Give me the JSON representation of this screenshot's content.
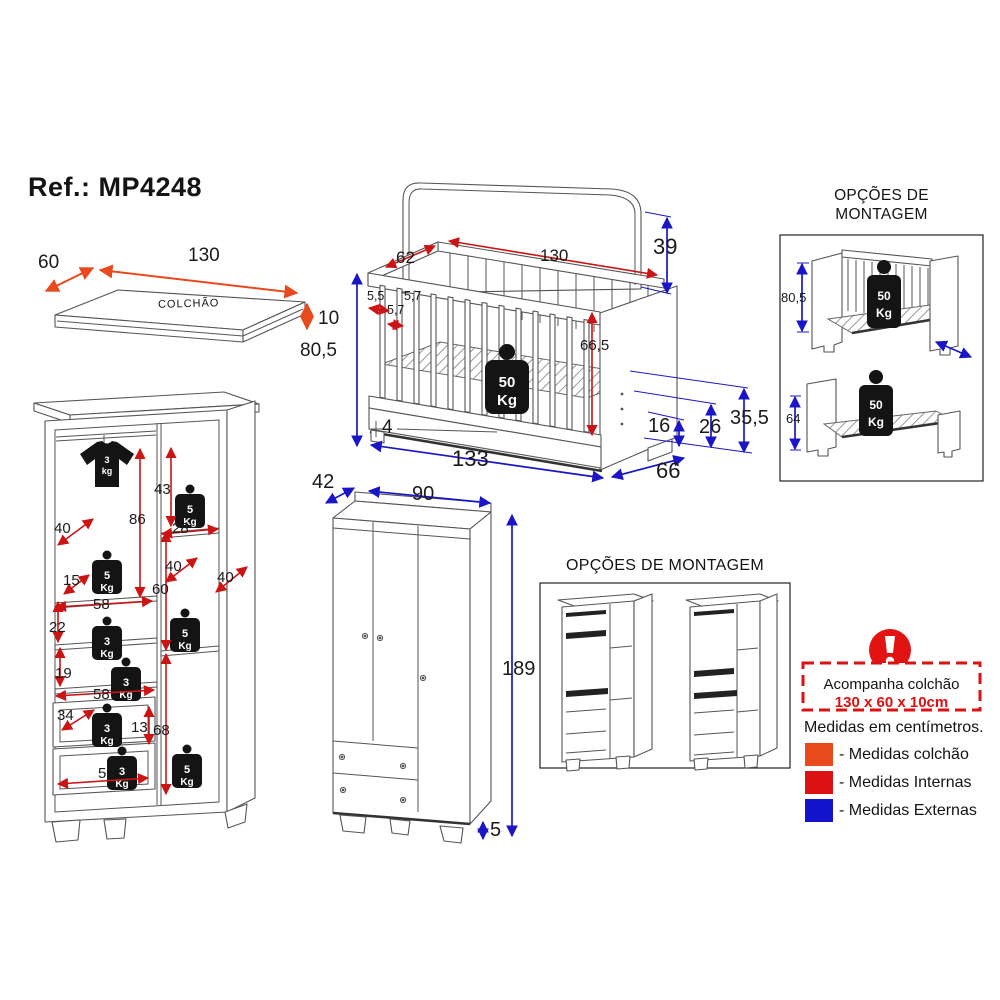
{
  "title": "Ref.: MP4248",
  "mattress": {
    "label": "COLCHÃO",
    "width": "130",
    "depth": "60",
    "thickness": "10"
  },
  "crib": {
    "inner_width": "130",
    "inner_depth": "62",
    "headboard_height": "39",
    "slat_gap_1": "5,5",
    "slat_gap_2": "5,7",
    "slat_gap_3": "5,7",
    "external_height": "80,5",
    "internal_height": "66,5",
    "base_thickness": "4",
    "external_width": "133",
    "external_depth": "66",
    "drawer_height": "16",
    "rail_height": "26",
    "side_height": "35,5",
    "max_weight": {
      "value": "50",
      "unit": "Kg"
    }
  },
  "assembly_options_crib": {
    "title_line1": "OPÇÕES DE",
    "title_line2": "MONTAGEM",
    "crib_height": "80,5",
    "bed_height": "64",
    "max_weight": {
      "value": "50",
      "unit": "Kg"
    }
  },
  "wardrobe_open": {
    "left_depth": "40",
    "hang_rod_height": "86",
    "top_section_height": "43",
    "right_section_width": "28",
    "shelf_inset": "15",
    "shelf_depth_mid": "40",
    "right_mid_height": "60",
    "shelf_width_upper": "58",
    "side_depth": "40",
    "gap_upper": "22",
    "gap_lower": "19",
    "shelf_width_lower": "58",
    "drawer_depth": "34",
    "drawer_front_height": "13",
    "right_lower_height": "68",
    "drawer_width": "53",
    "shirt_weight": {
      "value": "3",
      "unit": "kg"
    },
    "shelf_weight_3": {
      "value": "3",
      "unit": "Kg"
    },
    "shelf_weight_5": {
      "value": "5",
      "unit": "Kg"
    }
  },
  "wardrobe_closed": {
    "depth": "42",
    "width": "90",
    "height": "189",
    "feet_height": "5"
  },
  "assembly_options_wardrobe": {
    "title": "OPÇÕES DE MONTAGEM"
  },
  "notice": {
    "line1": "Acompanha colchão",
    "line2": "130 x 60 x 10cm"
  },
  "units_note": "Medidas em centímetros.",
  "legend": {
    "colchao": {
      "color": "#e8491d",
      "label": "- Medidas colchão"
    },
    "internas": {
      "color": "#dd1111",
      "label": "- Medidas Internas"
    },
    "externas": {
      "color": "#1414cc",
      "label": "- Medidas Externas"
    }
  }
}
